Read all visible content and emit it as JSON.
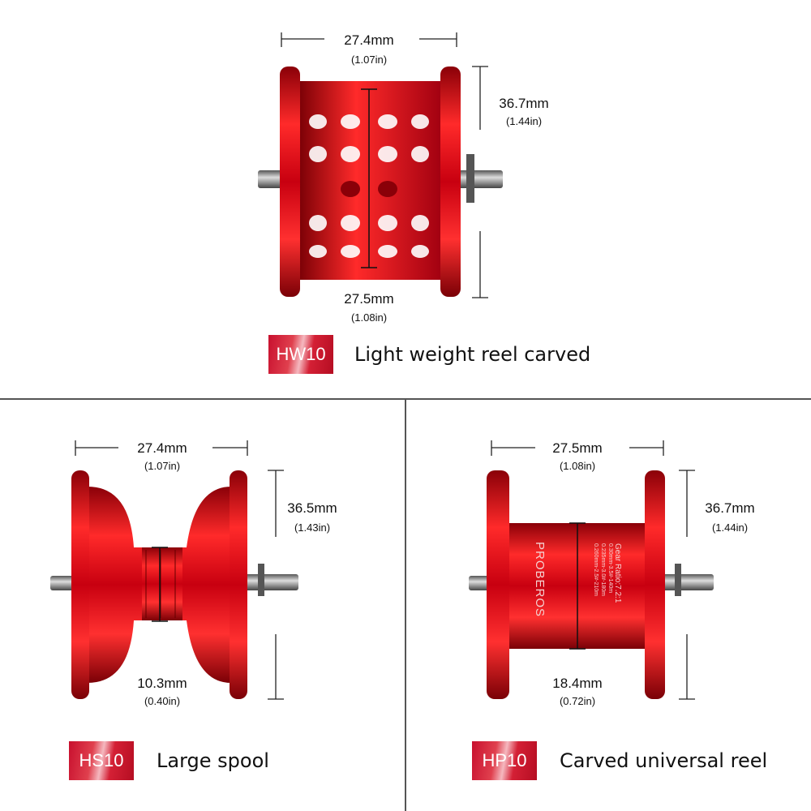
{
  "panels": [
    {
      "code": "HW10",
      "title": "Light weight reel carved",
      "width_top": {
        "mm": "27.4mm",
        "in": "(1.07in)"
      },
      "height": {
        "mm": "36.7mm",
        "in": "(1.44in)"
      },
      "width_bottom": {
        "mm": "27.5mm",
        "in": "(1.08in)"
      }
    },
    {
      "code": "HS10",
      "title": "Large spool",
      "width_top": {
        "mm": "27.4mm",
        "in": "(1.07in)"
      },
      "height": {
        "mm": "36.5mm",
        "in": "(1.43in)"
      },
      "width_bottom": {
        "mm": "10.3mm",
        "in": "(0.40in)"
      }
    },
    {
      "code": "HP10",
      "title": "Carved universal reel",
      "width_top": {
        "mm": "27.5mm",
        "in": "(1.08in)"
      },
      "height": {
        "mm": "36.7mm",
        "in": "(1.44in)"
      },
      "width_bottom": {
        "mm": "18.4mm",
        "in": "(0.72in)"
      },
      "spool_print": {
        "brand": "PROBEROS",
        "gear": "Gear Ratio:7.2:1",
        "lines": [
          "0.30mm-3.5#-140m",
          "0.235mm-3.0#-180m",
          "0.260mm-2.5#-210m"
        ]
      }
    }
  ],
  "colors": {
    "spool_red": "#d4101e",
    "badge_red": "#c8102e",
    "divider": "#555555"
  }
}
